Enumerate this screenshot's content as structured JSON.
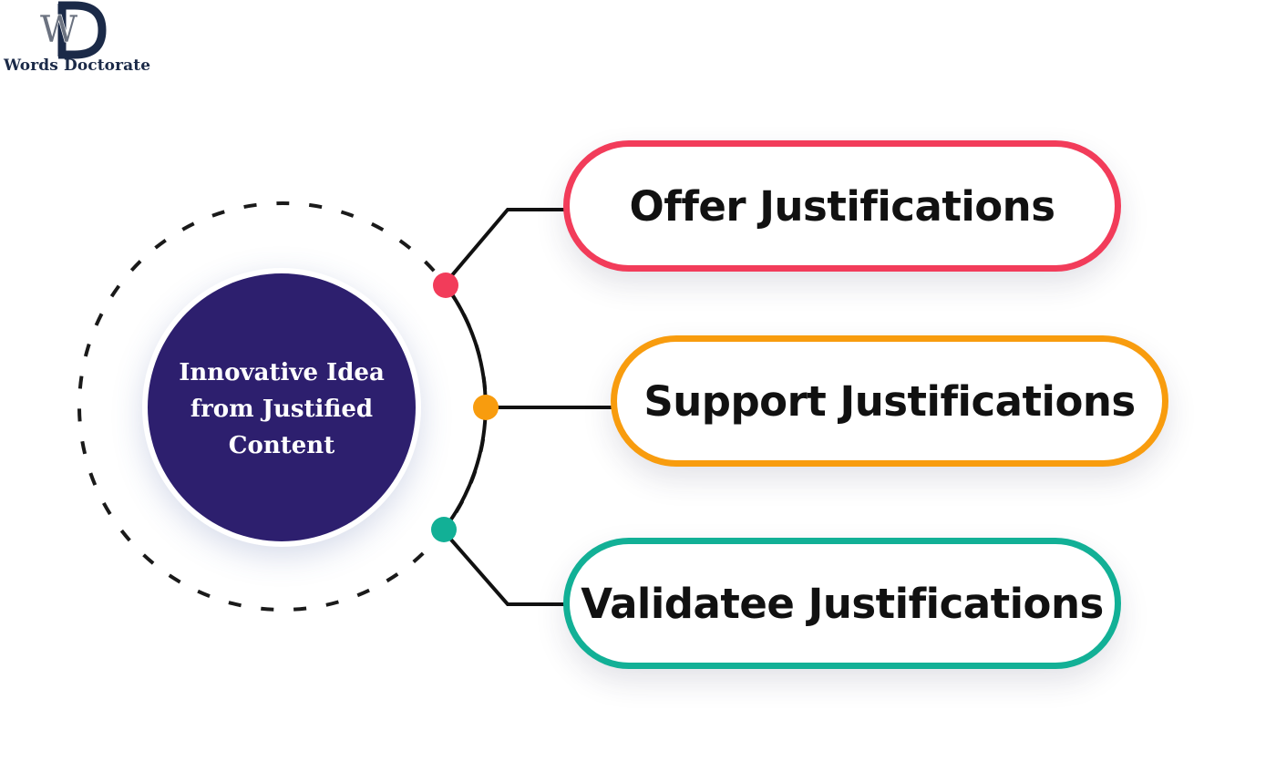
{
  "logo": {
    "monogram_a": "W",
    "monogram_b": "D",
    "name": "Words Doctorate"
  },
  "hub": {
    "title": "Innovative Idea from Justified Content",
    "color": "#2d1f6e"
  },
  "branches": [
    {
      "label": "Offer Justifications",
      "color": "#f23c5a"
    },
    {
      "label": "Support Justifications",
      "color": "#f89c0e"
    },
    {
      "label": "Validatee Justifications",
      "color": "#12b096"
    }
  ]
}
